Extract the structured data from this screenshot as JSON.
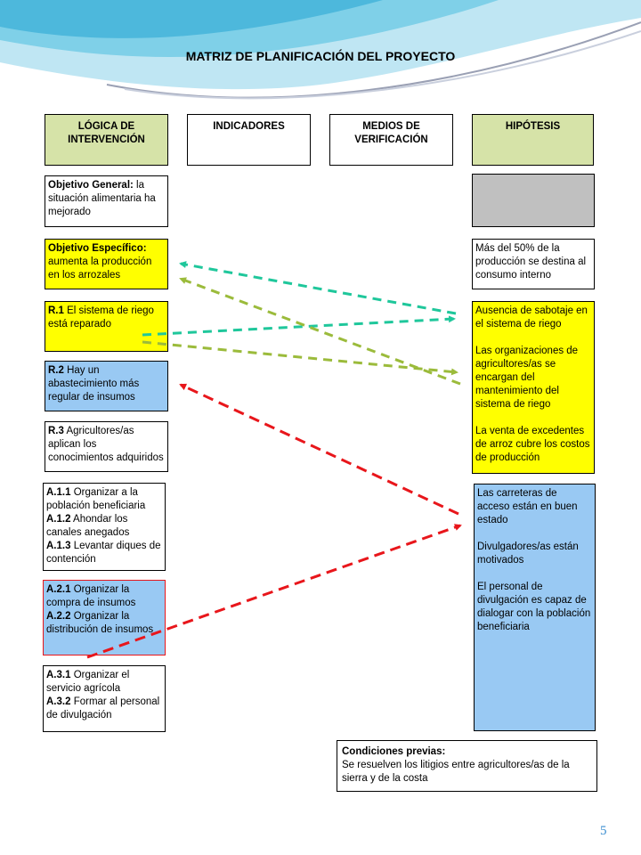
{
  "title": "MATRIZ DE PLANIFICACIÓN DEL PROYECTO",
  "headers": {
    "logic": "LÓGICA DE INTERVENCIÓN",
    "indicators": "INDICADORES",
    "verification": "MEDIOS DE VERIFICACIÓN",
    "hypotheses": "HIPÓTESIS"
  },
  "logic": {
    "general": {
      "label": "Objetivo General:",
      "text": " la situación alimentaria ha mejorado"
    },
    "specific": {
      "label": "Objetivo Específico:",
      "text": " aumenta la producción en los arrozales"
    },
    "r1": {
      "label": "R.1",
      "text": " El sistema de riego está reparado"
    },
    "r2": {
      "label": "R.2",
      "text": " Hay un abastecimiento más regular de insumos"
    },
    "r3": {
      "label": "R.3",
      "text": " Agricultores/as aplican los conocimientos adquiridos"
    },
    "a1": [
      {
        "label": "A.1.1",
        "text": " Organizar a la población beneficiaria"
      },
      {
        "label": "A.1.2",
        "text": " Ahondar los canales anegados"
      },
      {
        "label": "A.1.3",
        "text": " Levantar diques de contención"
      }
    ],
    "a2": [
      {
        "label": "A.2.1",
        "text": " Organizar la compra de insumos"
      },
      {
        "label": "A.2.2",
        "text": " Organizar la distribución de insumos"
      }
    ],
    "a3": [
      {
        "label": "A.3.1",
        "text": " Organizar el servicio agrícola"
      },
      {
        "label": "A.3.2",
        "text": " Formar al personal de divulgación"
      }
    ]
  },
  "hypotheses": {
    "specific": "Más del 50% de la producción se destina al consumo interno",
    "results": [
      "Ausencia de sabotaje en el sistema de riego",
      "Las organizaciones de agricultores/as se encargan del mantenimiento del sistema de riego",
      "La venta de excedentes de arroz cubre los costos de producción"
    ],
    "activities": [
      "Las carreteras de acceso están en buen estado",
      "Divulgadores/as están motivados",
      "El personal de divulgación es capaz de dialogar con la población beneficiaria"
    ]
  },
  "preconditions": {
    "label": "Condiciones previas:",
    "text": "Se resuelven los litigios entre agricultores/as de la sierra y de la costa"
  },
  "page_number": "5",
  "colors": {
    "green_box": "#d6e3a8",
    "yellow_box": "#ffff00",
    "blue_box": "#99c9f3",
    "gray_box": "#c0c0c0",
    "arrow_teal": "#1fc79b",
    "arrow_olive": "#9bbb3b",
    "arrow_red": "#e8161b"
  }
}
